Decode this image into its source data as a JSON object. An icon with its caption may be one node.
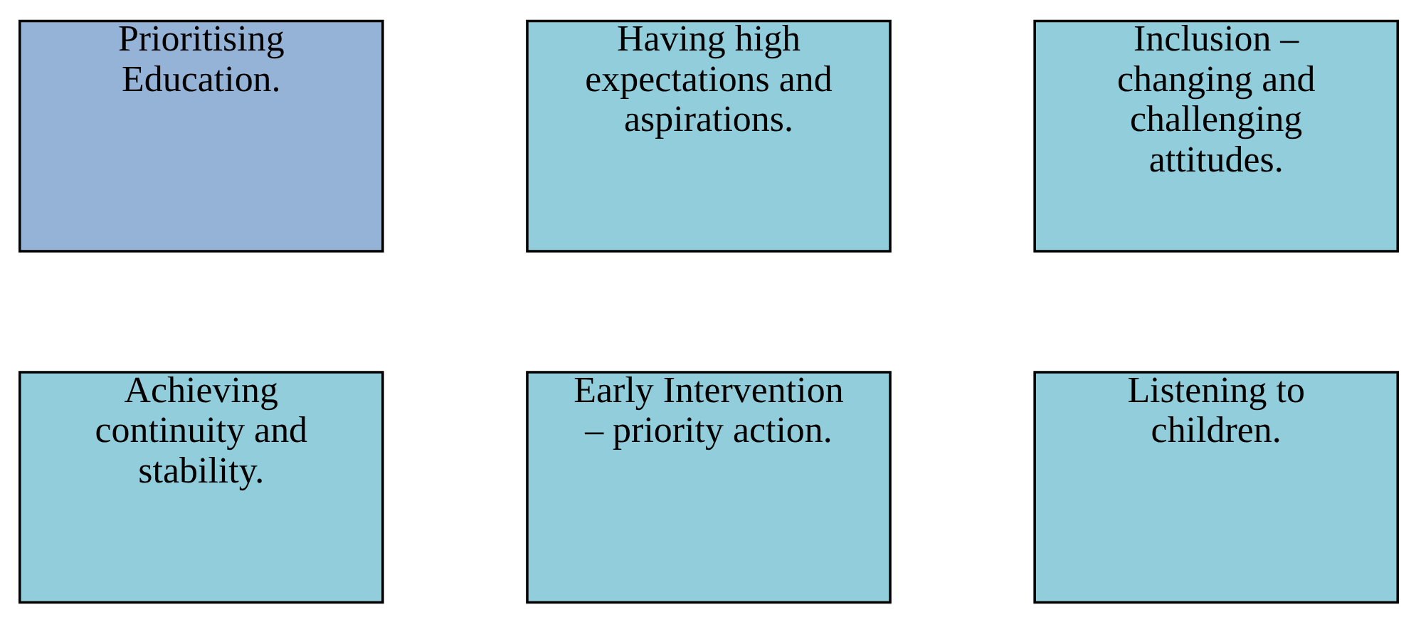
{
  "diagram": {
    "nodes": [
      {
        "text": [
          "Prioritising Education."
        ]
      },
      {
        "text": [
          "Having high expectations and aspirations."
        ]
      },
      {
        "text": [
          "Inclusion – changing and challenging attitudes."
        ]
      },
      {
        "text": [
          "Achieving continuity and stability."
        ]
      },
      {
        "text": [
          "Early Intervention – priority action."
        ]
      },
      {
        "text": [
          "Listening to children."
        ]
      }
    ]
  }
}
